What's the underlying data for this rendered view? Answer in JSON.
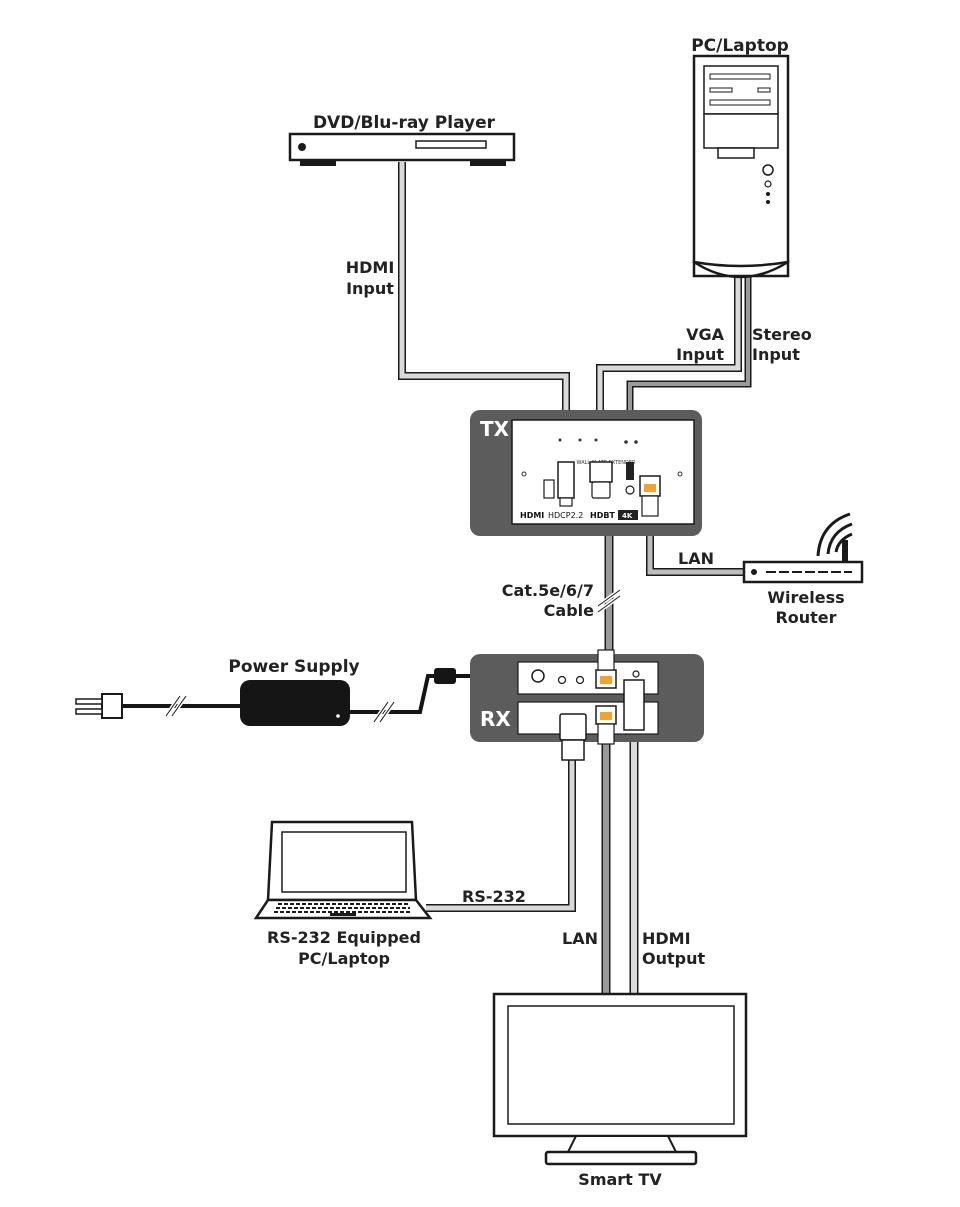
{
  "devices": {
    "pc_laptop": "PC/Laptop",
    "dvd_player": "DVD/Blu-ray Player",
    "tx_tag": "TX",
    "rx_tag": "RX",
    "wireless_router_line1": "Wireless",
    "wireless_router_line2": "Router",
    "power_supply": "Power Supply",
    "rs232_pc_line1": "RS-232 Equipped",
    "rs232_pc_line2": "PC/Laptop",
    "smart_tv": "Smart TV"
  },
  "connections": {
    "hdmi_input_line1": "HDMI",
    "hdmi_input_line2": "Input",
    "vga_input_line1": "VGA",
    "vga_input_line2": "Input",
    "stereo_input_line1": "Stereo",
    "stereo_input_line2": "Input",
    "lan_tx": "LAN",
    "cat_cable_line1": "Cat.5e/6/7",
    "cat_cable_line2": "Cable",
    "rs232": "RS-232",
    "lan_rx": "LAN",
    "hdmi_output_line1": "HDMI",
    "hdmi_output_line2": "Output"
  },
  "tx_faceplate": {
    "wall_plate_text": "WALL PLATE EXTENDER",
    "hdmi_logo": "HDMI",
    "hdcp_logo": "HDCP2.2",
    "hdbt_logo": "HDBT",
    "fourk_logo": "4K"
  },
  "colors": {
    "unit_body": "#5c5c5c",
    "cable": "#9a9a9a",
    "outline": "#1a1a1a",
    "device_fill": "#ffffff",
    "power_brick": "#151515"
  }
}
